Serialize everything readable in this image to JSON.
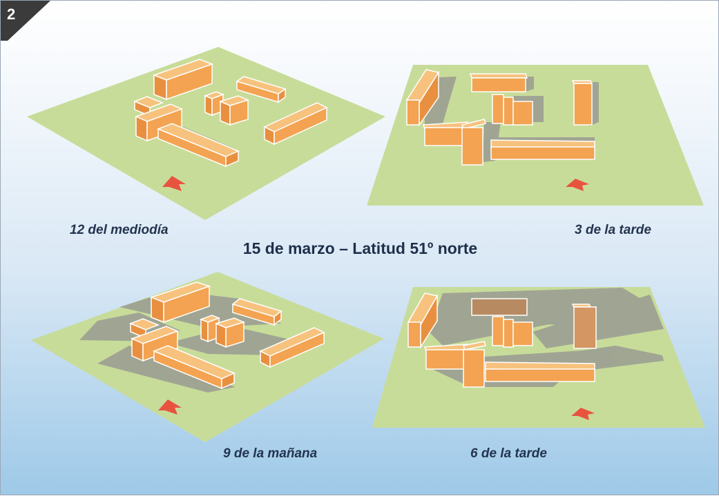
{
  "figure_number": "2",
  "title": "15 de marzo – Latitud 51º norte",
  "panels": [
    {
      "id": "noon",
      "caption": "12 del mediodía"
    },
    {
      "id": "3pm",
      "caption": "3 de la tarde"
    },
    {
      "id": "9am",
      "caption": "9 de la mañana"
    },
    {
      "id": "6pm",
      "caption": "6 de la tarde"
    }
  ],
  "colors": {
    "ground": "#c8dc9a",
    "building_top": "#f7c27e",
    "building_face": "#f3a351",
    "building_side": "#e89040",
    "shadow": "#9a9c92",
    "arrow": "#e8533f",
    "text": "#23344f",
    "badge": "#3b3b3b"
  },
  "north_arrow_icon": "north-arrow-icon"
}
